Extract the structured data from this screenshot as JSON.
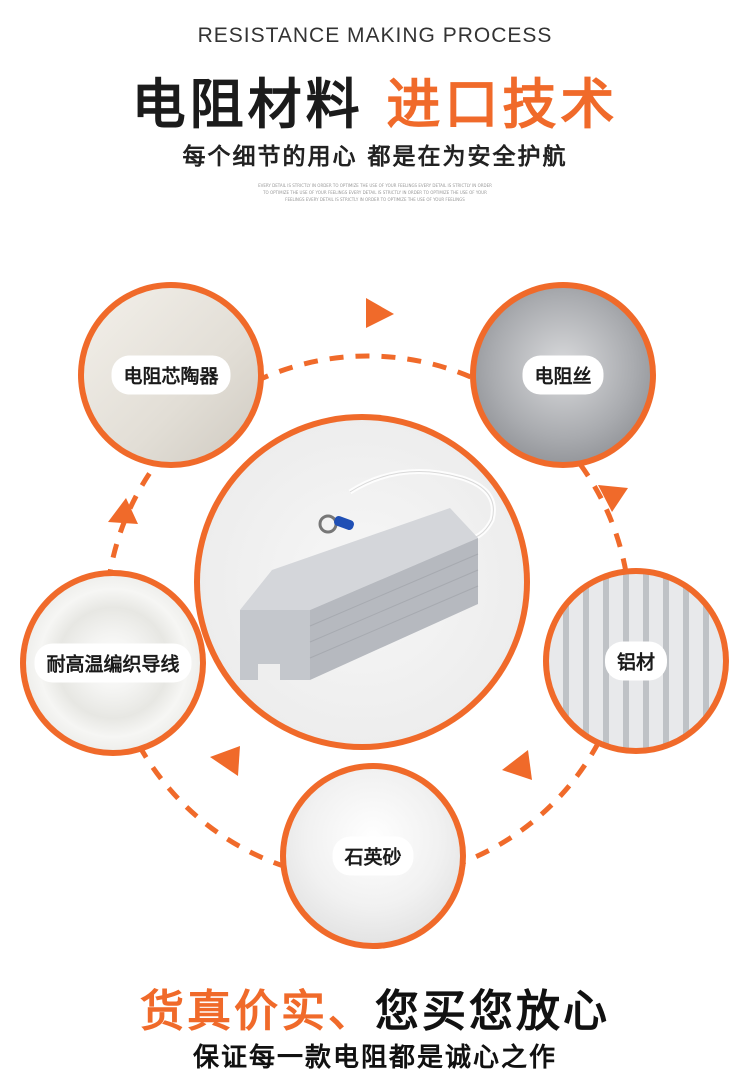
{
  "header": {
    "subtitle_en": "RESISTANCE MAKING PROCESS",
    "title_part1": "电阻材料",
    "title_part2": "进口技术",
    "tagline": "每个细节的用心 都是在为安全护航",
    "fine_print": "EVERY DETAIL IS STRICTLY IN ORDER TO OPTIMIZE THE USE OF YOUR FEELINGS EVERY DETAIL IS STRICTLY IN ORDER TO OPTIMIZE THE USE OF YOUR FEELINGS EVERY DETAIL IS STRICTLY IN ORDER TO OPTIMIZE THE USE OF YOUR FEELINGS EVERY DETAIL IS STRICTLY IN ORDER TO OPTIMIZE THE USE OF YOUR FEELINGS"
  },
  "materials": [
    {
      "label": "电阻芯陶器",
      "icon": "ceramic-core-photo"
    },
    {
      "label": "电阻丝",
      "icon": "wire-spool-photo"
    },
    {
      "label": "铝材",
      "icon": "aluminum-profile-photo"
    },
    {
      "label": "石英砂",
      "icon": "quartz-sand-photo"
    },
    {
      "label": "耐高温编织导线",
      "icon": "braided-wire-photo"
    }
  ],
  "center_product": {
    "icon": "aluminum-resistor-photo"
  },
  "footer": {
    "title_part1": "货真价实、",
    "title_part2": "您买您放心",
    "subtitle": "保证每一款电阻都是诚心之作"
  },
  "colors": {
    "accent": "#f06a2a",
    "text_dark": "#1b1b1b"
  }
}
